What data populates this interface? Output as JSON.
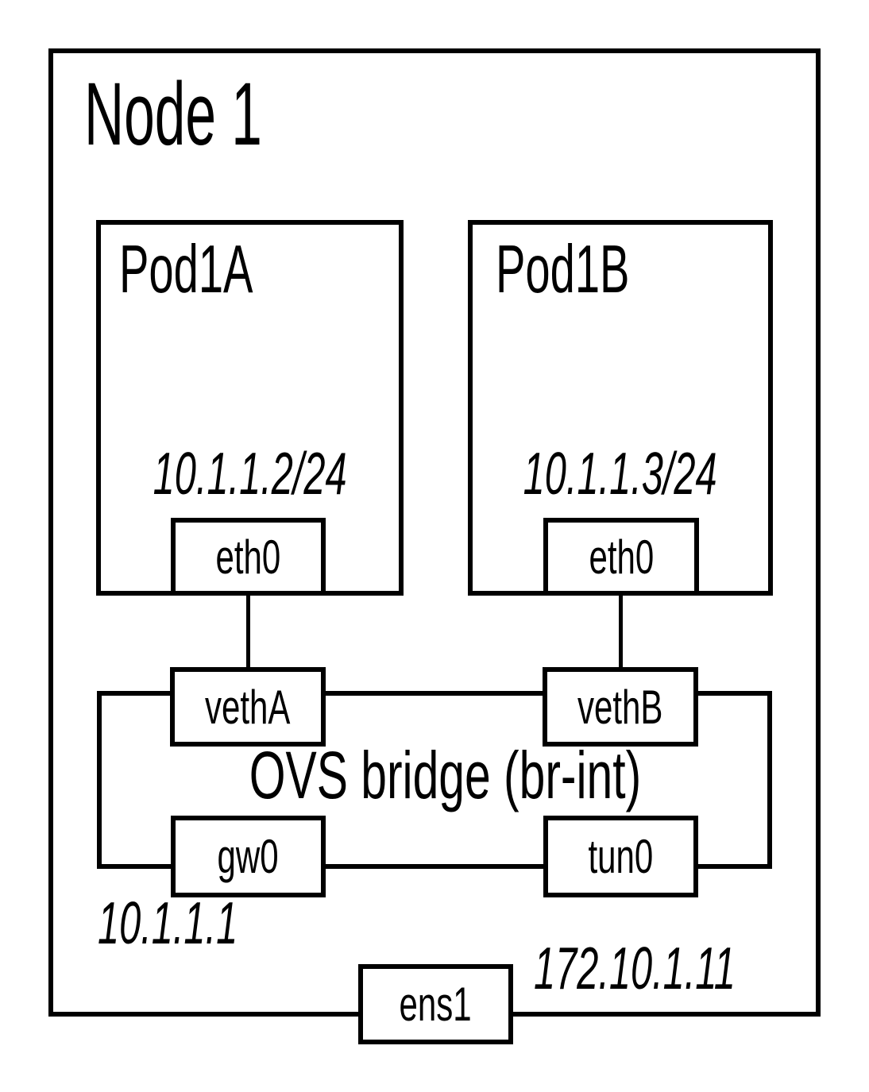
{
  "node": {
    "title": "Node 1",
    "host_interface": {
      "name": "ens1",
      "ip": "172.10.1.11"
    }
  },
  "pods": [
    {
      "title": "Pod1A",
      "ip": "10.1.1.2/24",
      "interface": "eth0"
    },
    {
      "title": "Pod1B",
      "ip": "10.1.1.3/24",
      "interface": "eth0"
    }
  ],
  "bridge": {
    "label": "OVS bridge (br-int)",
    "gateway_ip": "10.1.1.1",
    "ports": {
      "vethA": "vethA",
      "vethB": "vethB",
      "gw0": "gw0",
      "tun0": "tun0"
    }
  },
  "colors": {
    "stroke": "#000000",
    "background": "#ffffff"
  }
}
